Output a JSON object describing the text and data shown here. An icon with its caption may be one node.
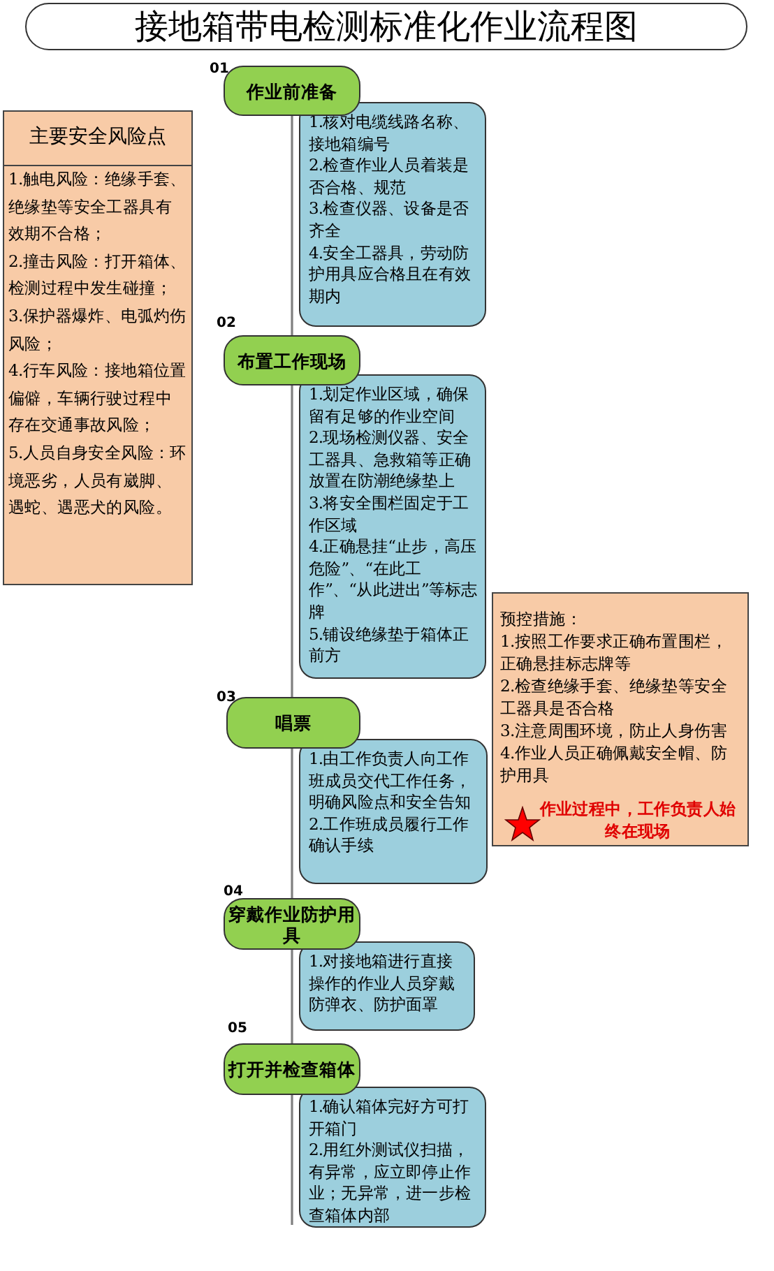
{
  "diagram": {
    "title": "接地箱带电检测标准化作业流程图",
    "nodes": [
      {
        "text": [
          "主要安全风险点",
          "1.触电风险：绝缘手套、绝缘垫等安全工器具有效期不合格；",
          "2.撞击风险：打开箱体、检测过程中发生碰撞；",
          "3.保护器爆炸、电弧灼伤风险；",
          "4.行车风险：接地箱位置偏僻，车辆行驶过程中存在交通事故风险；",
          "5.人员自身安全风险：环境恶劣，人员有崴脚、遇蛇、遇恶犬的风险。"
        ]
      },
      {
        "text": [
          "作业前准备"
        ],
        "beside": [
          "01"
        ]
      },
      {
        "text": [
          "1.核对电缆线路名称、接地箱编号",
          "2.检查作业人员着装是否合格、规范",
          "3.检查仪器、设备是否齐全",
          "4.安全工器具，劳动防护用具应合格且在有效期内"
        ]
      },
      {
        "text": [
          "布置工作现场"
        ],
        "beside": [
          "02"
        ]
      },
      {
        "text": [
          "1.划定作业区域，确保留有足够的作业空间",
          "2.现场检测仪器、安全工器具、急救箱等正确放置在防潮绝缘垫上",
          "3.将安全围栏固定于工作区域",
          "4.正确悬挂“止步，高压危险”、“在此工作”、“从此进出”等标志牌",
          "5.铺设绝缘垫于箱体正前方"
        ]
      },
      {
        "text": [
          "唱票"
        ],
        "beside": [
          "03"
        ]
      },
      {
        "text": [
          "1.由工作负责人向工作班成员交代工作任务，明确风险点和安全告知",
          "2.工作班成员履行工作确认手续"
        ]
      },
      {
        "text": [
          "穿戴作业防护用具"
        ],
        "beside": [
          "04"
        ]
      },
      {
        "text": [
          "1.对接地箱进行直接操作的作业人员穿戴防弹衣、防护面罩"
        ]
      },
      {
        "text": [
          "打开并检查箱体"
        ],
        "beside": [
          "05"
        ]
      },
      {
        "text": [
          "1.确认箱体完好方可打开箱门",
          "2.用红外测试仪扫描，有异常，应立即停止作业；无异常，进一步检查箱体内部"
        ]
      },
      {
        "text": [
          "预控措施：",
          "1.按照工作要求正确布置围栏，正确悬挂标志牌等",
          "2.检查绝缘手套、绝缘垫等安全工器具是否合格",
          "3.注意周围环境，防止人身伤害",
          "4.作业人员正确佩戴安全帽、防护用具",
          "作业过程中，工作负责人始终在现场"
        ]
      }
    ],
    "edges": [
      {
        "from": 1,
        "to": 3,
        "arrow": "none"
      },
      {
        "from": 3,
        "to": 5,
        "arrow": "none"
      },
      {
        "from": 5,
        "to": 7,
        "arrow": "none"
      },
      {
        "from": 7,
        "to": 9,
        "arrow": "none"
      },
      {
        "from": 9,
        "to": 10,
        "arrow": "none"
      }
    ]
  }
}
